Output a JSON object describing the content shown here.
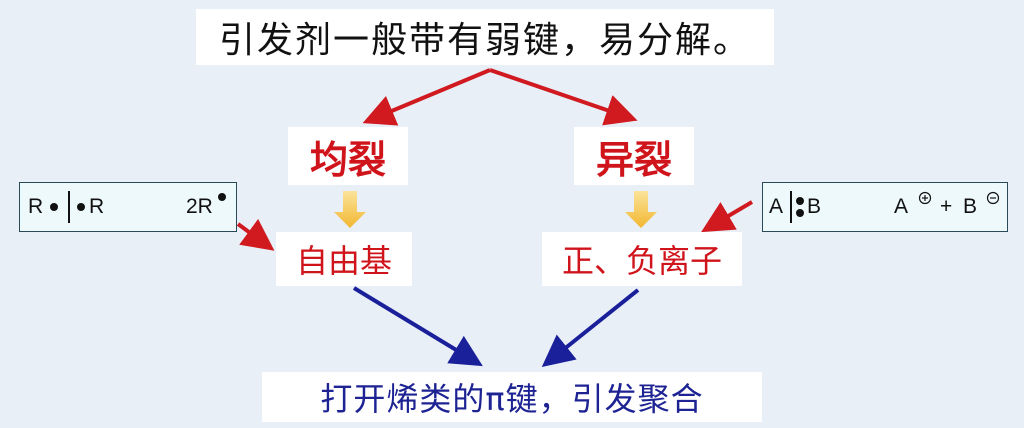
{
  "title": "引发剂一般带有弱键，易分解。",
  "homolysis": "均裂",
  "heterolysis": "异裂",
  "radical": "自由基",
  "ions": "正、负离子",
  "result": "打开烯类的π键，引发聚合",
  "equation_left": {
    "r1": "R",
    "r2": "R",
    "product": "2R"
  },
  "equation_right": {
    "a": "A",
    "b": "B",
    "a_product": "A",
    "plus": "+",
    "b_product": "B"
  },
  "colors": {
    "red_text": "#d0141b",
    "blue_text": "#1d2393",
    "red_arrow": "#d01a1f",
    "blue_arrow": "#1a1f9a",
    "orange_arrow": "#f2b731",
    "background": "#e8eff7"
  }
}
